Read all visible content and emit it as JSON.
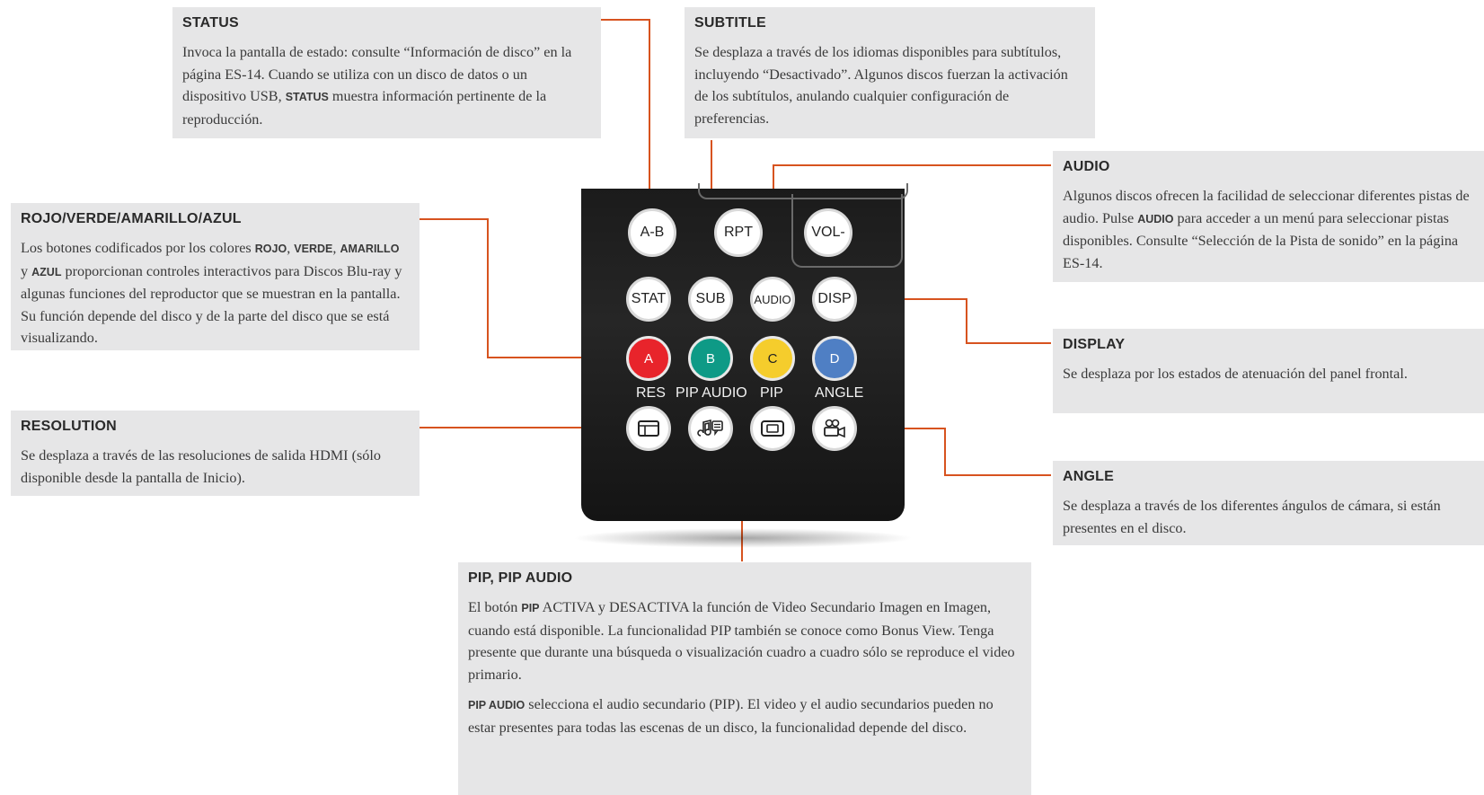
{
  "callouts": {
    "status": {
      "title": "STATUS",
      "p1_a": "Invoca la pantalla de estado: consulte “Información de disco” en la página ES-14. Cuando se utiliza con un disco de datos o un dispositivo USB, ",
      "p1_b": "STATUS",
      "p1_c": " muestra información pertinente de la reproducción."
    },
    "subtitle": {
      "title": "SUBTITLE",
      "p1": "Se desplaza a través de los idiomas disponibles para subtítulos, incluyendo “Desactivado”. Algunos discos fuerzan la activación de los subtítulos, anulando cualquier configuración de preferencias."
    },
    "audio": {
      "title": "AUDIO",
      "p1_a": "Algunos discos ofrecen la facilidad de seleccionar diferentes pistas de audio. Pulse ",
      "p1_b": "AUDIO",
      "p1_c": " para acceder a un menú para seleccionar pistas disponibles. Consulte “Selección de la Pista de sonido” en la página ES-14."
    },
    "colors": {
      "title": "ROJO/VERDE/AMARILLO/AZUL",
      "p1_a": "Los botones codificados por los colores ",
      "p1_rojo": "ROJO",
      "p1_sep1": ", ",
      "p1_verde": "VERDE",
      "p1_sep2": ", ",
      "p1_amarillo": "AMARILLO",
      "p1_y": " y ",
      "p1_azul": "AZUL",
      "p1_c": " proporcionan controles interactivos para Discos Blu-ray y algunas funciones del reproductor que se muestran en la pantalla. Su función depende del disco y de la parte del disco que se está visualizando."
    },
    "display": {
      "title": "DISPLAY",
      "p1": "Se desplaza por los estados de atenuación del panel frontal."
    },
    "resolution": {
      "title": "RESOLUTION",
      "p1": "Se desplaza a través de las resoluciones de salida HDMI (sólo disponible desde la pantalla de Inicio)."
    },
    "angle": {
      "title": "ANGLE",
      "p1": "Se desplaza a través de los diferentes ángulos de cámara, si están presentes en el disco."
    },
    "pip": {
      "title": "PIP, PIP AUDIO",
      "p1_a": "El botón ",
      "p1_b": "PIP",
      "p1_c": " ACTIVA y DESACTIVA la función de Video Secundario Imagen en Imagen, cuando está disponible. La funcionalidad PIP también se conoce como Bonus View. Tenga presente que durante una búsqueda o visualización cuadro a cuadro sólo se reproduce el video primario.",
      "p2_a": "PIP AUDIO",
      "p2_b": " selecciona el audio secundario (PIP). El video y el audio secundarios pueden no estar presentes para todas las escenas de un disco, la funcionalidad depende del disco."
    }
  },
  "remote": {
    "buttons": {
      "ab": "A-B",
      "rpt": "RPT",
      "vol": "VOL-",
      "stat": "STAT",
      "sub": "SUB",
      "audio": "AUDIO",
      "disp": "DISP",
      "a": "A",
      "b": "B",
      "c": "C",
      "d": "D"
    },
    "labels": {
      "res": "RES",
      "pip_audio": "PIP AUDIO",
      "pip": "PIP",
      "angle": "ANGLE"
    },
    "colors": {
      "red": "#e8242b",
      "green": "#0e9a86",
      "yellow": "#f5cd2c",
      "blue": "#4f7fc4"
    },
    "icons": [
      "resolution-screen-icon",
      "music-note-subtitle-icon",
      "pip-window-icon",
      "camera-angle-icon"
    ]
  },
  "accent_color": "#d7531f"
}
